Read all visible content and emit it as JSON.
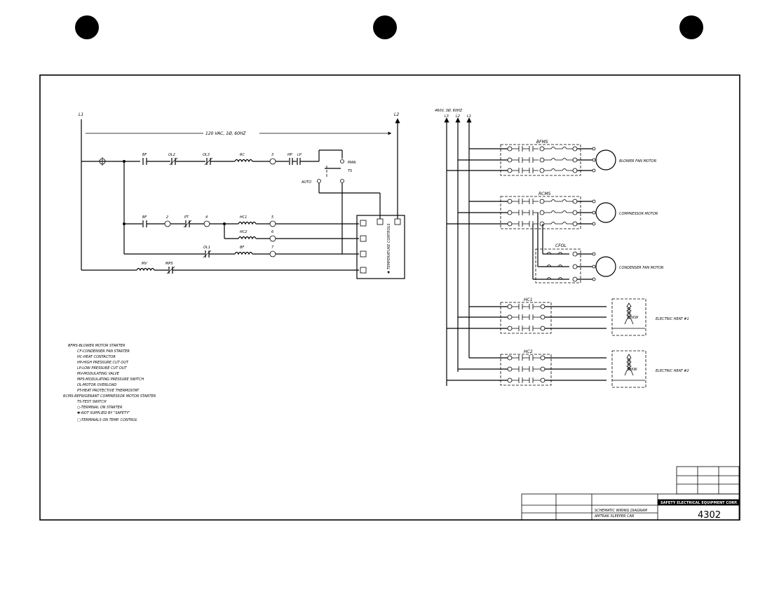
{
  "control": {
    "l1": "L1",
    "l2": "L2",
    "voltage": "120 VAC, 1Ø, 60HZ",
    "labels": {
      "bf": "BF",
      "ol2": "OL2",
      "ol3": "OL3",
      "rc": "RC",
      "t3": "3",
      "hp": "HP",
      "lp": "LP",
      "man": "MAN",
      "ts": "TS",
      "auto": "AUTO",
      "bf2": "BF",
      "t2": "2",
      "pt": "PT",
      "t4": "4",
      "hc1": "HC1",
      "t5": "5",
      "hc2": "HC2",
      "t6": "6",
      "ol1": "OL1",
      "bf3": "BF",
      "t7": "7",
      "mv": "MV",
      "mps": "MPS"
    },
    "temp_controls": "✱ TEMPERATURE CONTROLS"
  },
  "power": {
    "supply": "460V, 3Ø, 60HZ",
    "lines": [
      "L3",
      "L2",
      "L1"
    ],
    "bfms": "BFMS",
    "rcms": "RCMS",
    "cfol": "CFOL",
    "hc1": "HC1",
    "hc2": "HC2",
    "blower": "BLOWER FAN MOTOR",
    "compressor": "COMPRESSOR MOTOR",
    "condenser": "CONDENSER FAN MOTOR",
    "heat1": "ELECTRIC HEAT #1",
    "heat2": "ELECTRIC HEAT #2",
    "kw1": "7.5KW",
    "kw2": "25KW"
  },
  "legend": [
    "BFMS-BLOWER MOTOR STARTER",
    "CF-CONDENSER FAN STARTER",
    "HC-HEAT CONTACTOR",
    "HP-HIGH PRESSURE CUT OUT",
    "LP-LOW PRESSURE CUT OUT",
    "MV-MODULATING VALVE",
    "MPS-MODULATING PRESSURE SWITCH",
    "OL-MOTOR OVERLOAD",
    "PT-HEAT PROTECTIVE THERMOSTAT",
    "RCMS-REFRIGERANT COMPRESSOR MOTOR STARTER",
    "TS-TEST SWITCH",
    "○-TERMINAL ON STARTER",
    "✱-NOT SUPPLIED BY \"SAFETY\"",
    "□-TERMINALS ON TEMP. CONTROL"
  ],
  "title_block": {
    "company": "SAFETY ELECTRICAL EQUIPMENT CORP.",
    "title_line1": "SCHEMATIC WIRING DIAGRAM",
    "title_line2": "AMTRAK SLEEPER CAR",
    "drawing_no": "4302"
  }
}
